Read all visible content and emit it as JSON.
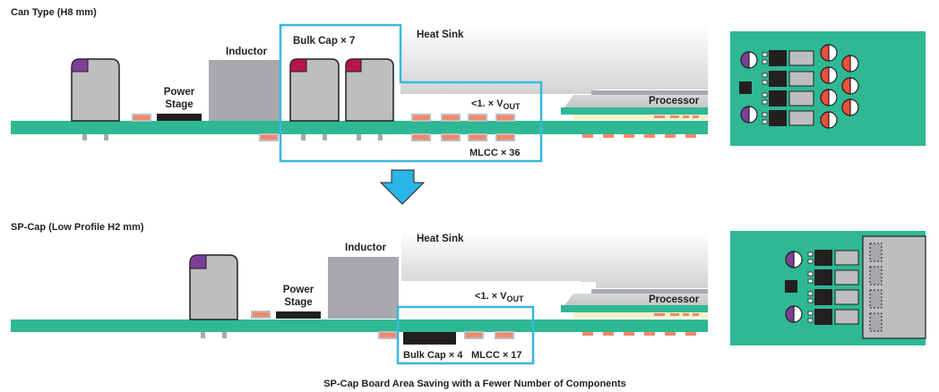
{
  "figure": {
    "caption": "SP-Cap Board Area Saving with a Fewer Number of Components"
  },
  "colors": {
    "pcb": "#2eb894",
    "highlight_box": "#3ab7e0",
    "arrow": "#29b5e8",
    "capacitor_body": "#bcbec0",
    "inductor": "#a7a9ac",
    "power_stage": "#231f20",
    "mlcc_pad": "#f4876a",
    "polarity_purple": "#7b3f98",
    "polarity_red": "#b5174b",
    "mlcc_red": "#ef4e37",
    "interposer": "#f5f0c8"
  },
  "top": {
    "title": "Can Type (H8 mm)",
    "labels": {
      "power_stage_1": "Power",
      "power_stage_2": "Stage",
      "inductor": "Inductor",
      "bulk_cap": "Bulk Cap × 7",
      "heat_sink": "Heat Sink",
      "vout_prefix": "<1. × V",
      "vout_sub": "OUT",
      "mlcc": "MLCC × 36",
      "processor": "Processor"
    }
  },
  "bottom": {
    "title": "SP-Cap (Low Profile H2 mm)",
    "labels": {
      "power_stage_1": "Power",
      "power_stage_2": "Stage",
      "inductor": "Inductor",
      "heat_sink": "Heat Sink",
      "vout_prefix": "<1. × V",
      "vout_sub": "OUT",
      "bulk_cap": "Bulk Cap × 4",
      "mlcc": "MLCC × 17",
      "processor": "Processor"
    }
  },
  "arrow": {
    "direction": "down",
    "icon": "arrow-down-icon"
  }
}
